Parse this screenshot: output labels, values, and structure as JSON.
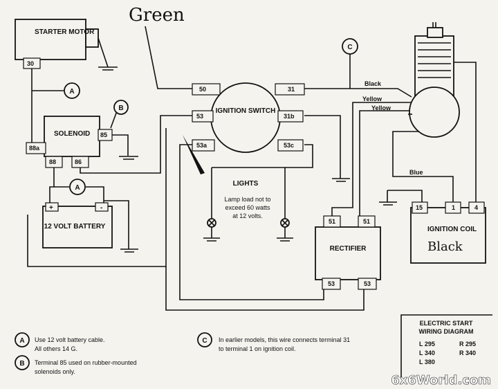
{
  "components": {
    "starter": "STARTER MOTOR",
    "solenoid": "SOLENOID",
    "battery": "12 VOLT BATTERY",
    "ignition_switch": "IGNITION SWITCH",
    "lights": "LIGHTS",
    "lamp_note": [
      "Lamp load not to",
      "exceed 60 watts",
      "at 12 volts."
    ],
    "rectifier": "RECTIFIER",
    "ignition_coil": "IGNITION COIL"
  },
  "terminals": {
    "starter": "30",
    "solenoid_88a": "88a",
    "solenoid_85": "85",
    "solenoid_88": "88",
    "solenoid_86": "86",
    "battery_pos": "+",
    "battery_neg": "-",
    "sw_50": "50",
    "sw_31": "31",
    "sw_53": "53",
    "sw_31b": "31b",
    "sw_53a": "53a",
    "sw_53c": "53c",
    "rect_51a": "51",
    "rect_51b": "51",
    "rect_53a": "53",
    "rect_53b": "53",
    "coil_15": "15",
    "coil_1": "1",
    "coil_4": "4"
  },
  "callouts": {
    "a": "A",
    "b": "B",
    "c": "C"
  },
  "wire_labels": {
    "black": "Black",
    "yellow1": "Yellow",
    "yellow2": "Yellow",
    "blue": "Blue"
  },
  "handwriting": {
    "green": "Green",
    "black_note": "Black"
  },
  "notes": {
    "a_lines": [
      "Use 12 volt battery cable.",
      "All others 14 G."
    ],
    "b_lines": [
      "Terminal 85 used on rubber-mounted",
      "solenoids only."
    ],
    "c_lines": [
      "In earlier models, this wire connects terminal 31",
      "to terminal 1 on ignition coil."
    ]
  },
  "legend": {
    "title_lines": [
      "ELECTRIC START",
      "WIRING DIAGRAM"
    ],
    "models_left": [
      "L 295",
      "L 340",
      "L 380"
    ],
    "models_right": [
      "R 295",
      "R 340"
    ]
  },
  "watermark": "6x6World.com"
}
